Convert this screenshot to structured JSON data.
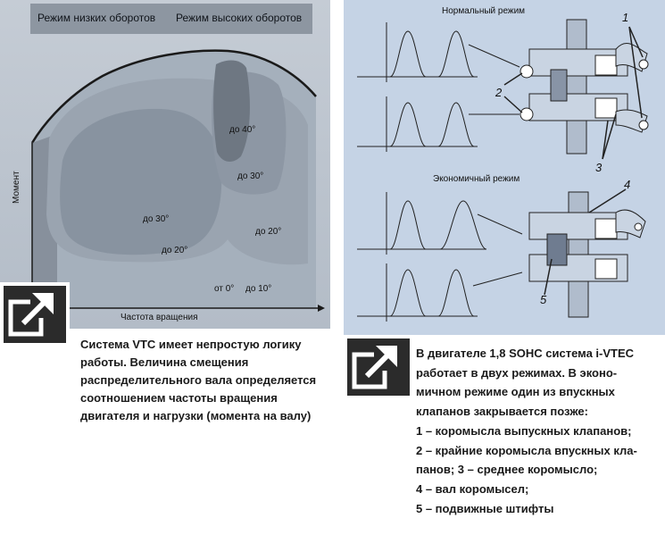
{
  "left_panel": {
    "mode_low": "Режим низких оборотов",
    "mode_high": "Режим высоких оборотов",
    "y_axis_label": "Момент",
    "x_axis_label": "Частота вращения",
    "zones": {
      "z40": "до 40°",
      "z30_right": "до 30°",
      "z30_center": "до 30°",
      "z20_left": "до 20°",
      "z20_right": "до 20°",
      "z0": "от 0°",
      "z10": "до 10°"
    },
    "caption": "Система VTC имеет непростую логику работы. Величина смещения распределительного вала определяется соотношением частоты вращения двигателя и нагрузки (момента на валу)"
  },
  "right_panel": {
    "title_normal": "Нормальный режим",
    "title_economy": "Экономичный режим",
    "callouts": [
      "1",
      "2",
      "3",
      "4",
      "5"
    ],
    "caption_lines": [
      "В двигателе 1,8 SOHC система i-VTEC",
      "работает в двух режимах. В эконо-",
      "мичном режиме один из впускных",
      "клапанов закрывается позже:",
      "1 – коромысла выпускных клапанов;",
      "2 – крайние коромысла впускных кла-",
      "панов; 3 – среднее коромысло;",
      "4 – вал коромысел;",
      "5 – подвижные штифты"
    ]
  },
  "icons": [
    "arrow-out-icon",
    "arrow-out-icon"
  ],
  "colors": {
    "panel_bg": "#c5ccd5",
    "diagram_bg": "#c5d3e5",
    "icon_bg": "#2b2b2b"
  }
}
